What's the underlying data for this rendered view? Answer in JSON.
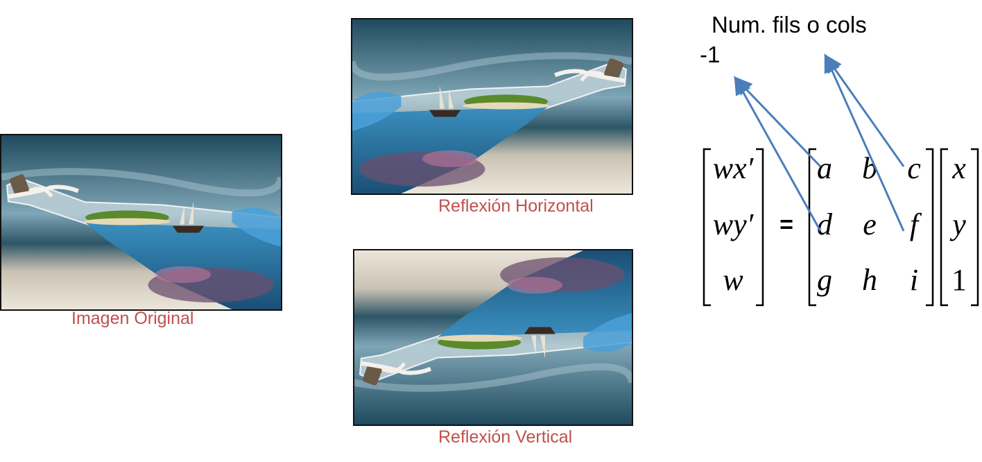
{
  "captions": {
    "original": "Imagen Original",
    "horizontal": "Reflexión Horizontal",
    "vertical": "Reflexión Vertical"
  },
  "labels": {
    "num_fils_cols": "Num. fils o cols",
    "minus_one": "-1"
  },
  "equation": {
    "lhs": [
      "wx′",
      "wy′",
      "w"
    ],
    "equals": "=",
    "matrix": [
      [
        "a",
        "b",
        "c"
      ],
      [
        "d",
        "e",
        "f"
      ],
      [
        "g",
        "h",
        "i"
      ]
    ],
    "vector": [
      "x",
      "y",
      "1"
    ]
  },
  "colors": {
    "caption": "#c0504d",
    "arrow": "#4a7ebb",
    "frame_border": "#111111"
  },
  "icons": {
    "photo": "message-in-a-bottle-photo"
  }
}
